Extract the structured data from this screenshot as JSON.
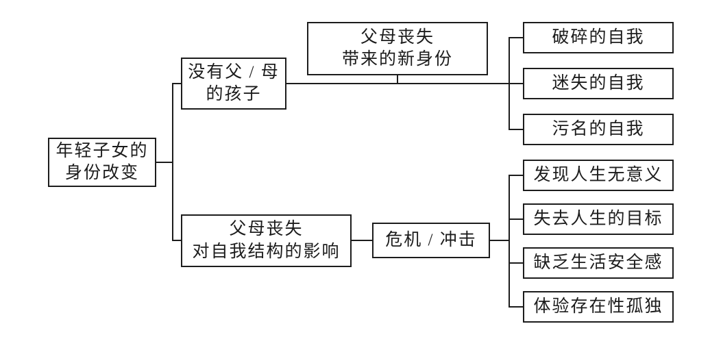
{
  "diagram": {
    "background": "#ffffff",
    "line_color": "#1c1c1c",
    "text_color": "#1c1c1c",
    "root": {
      "text": "年轻子女的\n身份改变"
    },
    "branch_top": {
      "node": "没有父 / 母\n的孩子",
      "sub": "父母丧失\n带来的新身份",
      "leaves": [
        "破碎的自我",
        "迷失的自我",
        "污名的自我"
      ]
    },
    "branch_bottom": {
      "node": "父母丧失\n对自我结构的影响",
      "sub": "危机 / 冲击",
      "leaves": [
        "发现人生无意义",
        "失去人生的目标",
        "缺乏生活安全感",
        "体验存在性孤独"
      ]
    }
  }
}
